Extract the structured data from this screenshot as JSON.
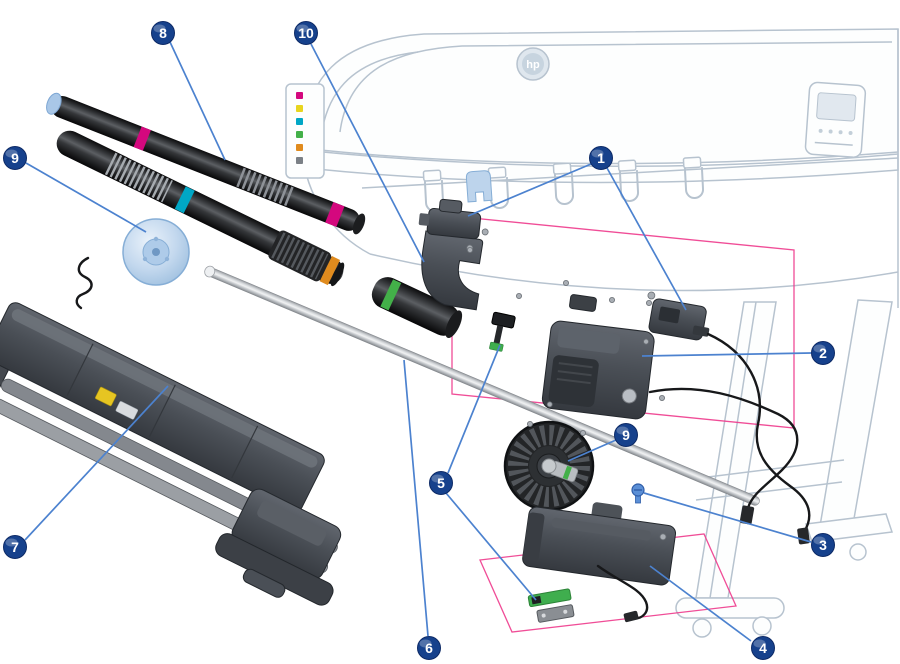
{
  "diagram": {
    "type": "exploded-parts-diagram",
    "background": "#ffffff",
    "printer": {
      "logo_text": "hp"
    },
    "callouts": [
      {
        "label": "8"
      },
      {
        "label": "10"
      },
      {
        "label": "9"
      },
      {
        "label": "1"
      },
      {
        "label": "2"
      },
      {
        "label": "9"
      },
      {
        "label": "5"
      },
      {
        "label": "3"
      },
      {
        "label": "7"
      },
      {
        "label": "6"
      },
      {
        "label": "4"
      }
    ],
    "colors": {
      "callout_bg": "#16418c",
      "callout_text": "#ffffff",
      "leader_line": "#4c82cf",
      "printer_line": "#b7c3cf",
      "highlight_box": "#ee3a8c",
      "part_dark": "#3f4349",
      "part_mid": "#565b62",
      "hub_blue": "#bdd4ec",
      "rod_gray": "#c9cdd1",
      "tube_black": "#17181a",
      "ink_magenta": "#d4087e",
      "ink_cyan": "#00a7c6",
      "ink_green": "#43b049",
      "ink_orange": "#e08b1e",
      "ink_yellow": "#e8d51f",
      "pcb_green": "#3fae4e",
      "screw_blue": "#5b8fd6",
      "cable_black": "#17181a",
      "label_yellow": "#e6c522"
    }
  }
}
